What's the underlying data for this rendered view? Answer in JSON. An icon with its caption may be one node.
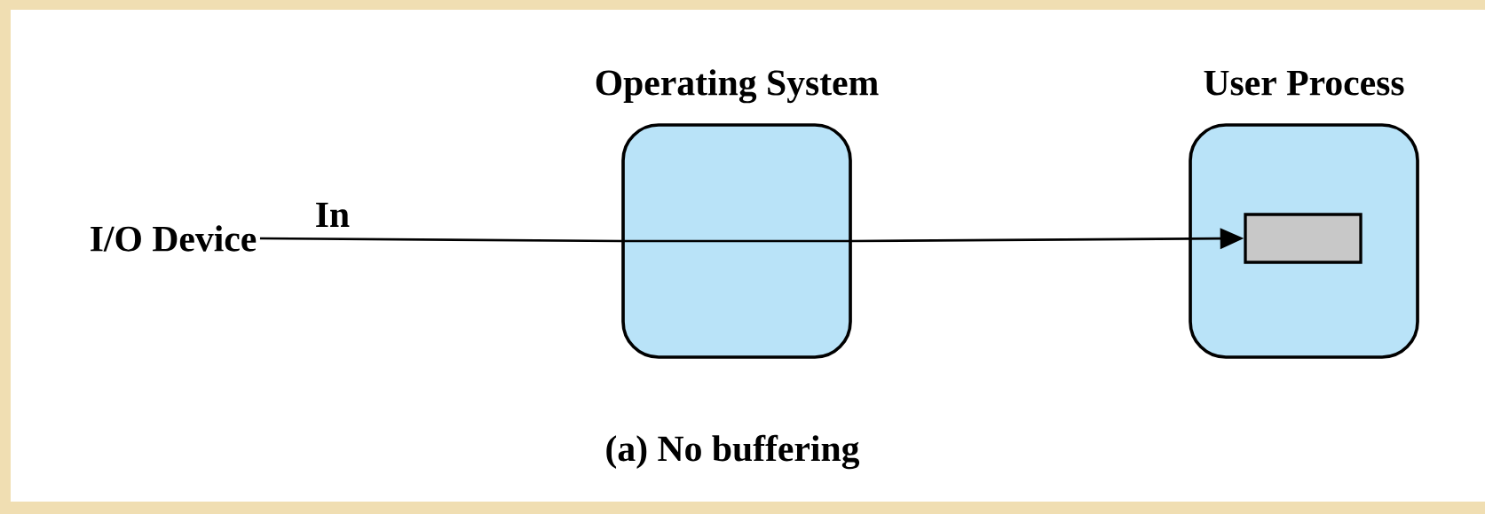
{
  "diagram": {
    "caption": "(a) No buffering",
    "nodes": [
      {
        "text": [
          "I/O Device"
        ]
      },
      {
        "text": [
          "Operating System"
        ]
      },
      {
        "text": [
          "User Process"
        ]
      },
      {
        "text": [],
        "shape": "box",
        "in": 2
      }
    ],
    "edges": [
      {
        "from": 0,
        "to": 1,
        "arrow": "none",
        "label": "In"
      },
      {
        "from": 1,
        "to": 3,
        "arrow": "to"
      }
    ]
  }
}
